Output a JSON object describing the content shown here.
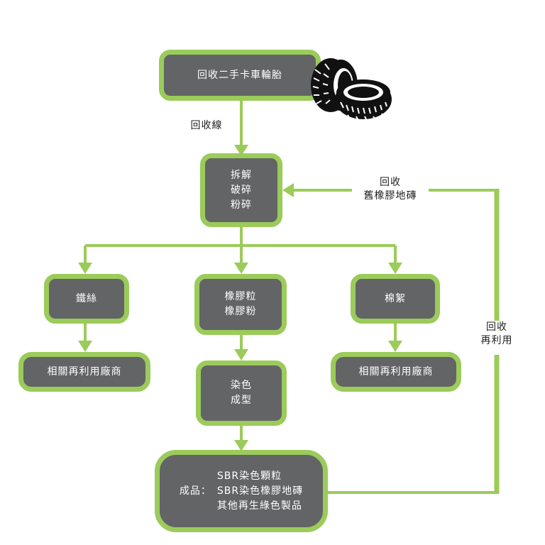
{
  "colors": {
    "accent_green": "#9bcb5a",
    "box_fill": "#636466",
    "box_text": "#ffffff",
    "label_text": "#222222"
  },
  "nodes": {
    "start": {
      "label": "回收二手卡車輪胎",
      "icon": "tires-icon"
    },
    "process": {
      "lines": [
        "拆解",
        "破碎",
        "粉碎"
      ]
    },
    "steel": {
      "label": "鐵絲"
    },
    "rubber": {
      "lines": [
        "橡膠粒",
        "橡膠粉"
      ]
    },
    "fiber": {
      "label": "棉絮"
    },
    "steel_vendor": {
      "label": "相關再利用廠商"
    },
    "fiber_vendor": {
      "label": "相關再利用廠商"
    },
    "dye": {
      "lines": [
        "染色",
        "成型"
      ]
    },
    "final": {
      "prefix": "成品：",
      "items": [
        "SBR染色顆粒",
        "SBR染色橡膠地磚",
        "其他再生綠色製品"
      ]
    }
  },
  "edge_labels": {
    "recycle_line": "回收線",
    "recycle_old_tiles": [
      "回收",
      "舊橡膠地磚"
    ],
    "recycle_reuse": [
      "回收",
      "再利用"
    ]
  }
}
